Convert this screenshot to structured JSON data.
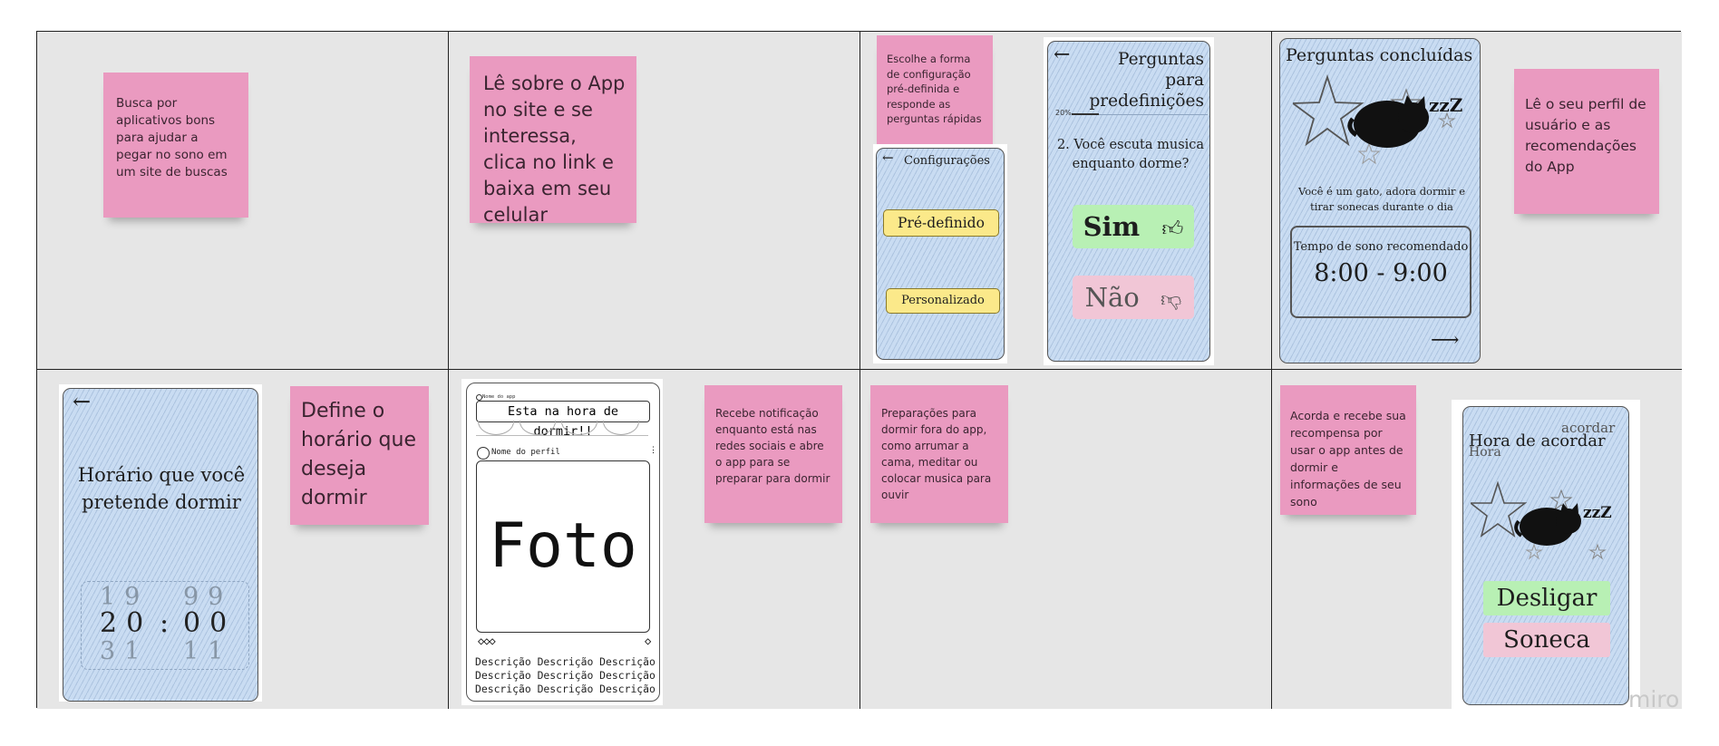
{
  "stickies": {
    "busca": "Busca por aplicativos bons para ajudar a pegar no sono em um site de buscas",
    "le_app": "Lê sobre o App no site e se interessa, clica no link e baixa em seu celular",
    "escolhe": "Escolhe a forma de configuração pré-definida e responde as perguntas rápidas",
    "perfil": "Lê o seu perfil de usuário e as recomendações do App",
    "define": "Define o horário que deseja dormir",
    "notificacao": "Recebe notificação enquanto está nas redes sociais e abre o app para se preparar para dormir",
    "preparacoes": "Preparações para dormir fora do app, como arrumar a cama, meditar ou colocar musica para ouvir",
    "acorda": "Acorda e recebe sua recompensa por usar o app antes de dormir e informações de seu sono"
  },
  "config_screen": {
    "back_arrow": "←",
    "title": "Configurações",
    "predefinido": "Pré-definido",
    "personalizado": "Personalizado"
  },
  "perguntas_screen": {
    "back_arrow": "←",
    "title": "Perguntas para predefinições",
    "progress_label": "20%",
    "progress": 0.2,
    "question": "2. Você escuta musica enquanto dorme?",
    "sim": "Sim",
    "nao": "Não"
  },
  "concluidas_screen": {
    "title": "Perguntas concluídas",
    "description": "Você é um gato, adora dormir e tirar sonecas durante o dia",
    "sleep_label": "Tempo de sono recomendado",
    "sleep_value": "8:00 - 9:00",
    "next_arrow": "⟶",
    "zzz": "zzZ"
  },
  "horario_screen": {
    "back_arrow": "←",
    "title": "Horário que você pretende dormir",
    "hour_prev": "19",
    "hour": "20",
    "hour_next": "31",
    "separator": ":",
    "min_prev": "99",
    "min": "00",
    "min_next": "11"
  },
  "social_screen": {
    "app_name": "Nome do app",
    "headline": "Esta na hora de dormir!!",
    "profile_name": "Nome do perfil",
    "photo": "Foto",
    "icons": "◇◇◇",
    "save_icon": "◇",
    "description_line": "Descrição Descrição Descrição"
  },
  "acordar_screen": {
    "title": "Hora de acordar",
    "title_scribble": "acordar",
    "title_scribble2": "Hora",
    "zzz": "zzZ",
    "desligar": "Desligar",
    "soneca": "Soneca"
  },
  "colors": {
    "sticky": "#ea9ac0",
    "phone_blue": "#c9dcf2",
    "button_yellow": "#fbe98a",
    "button_green": "#b8f0b4",
    "button_pink": "#f1c6d6"
  },
  "watermark": "miro"
}
